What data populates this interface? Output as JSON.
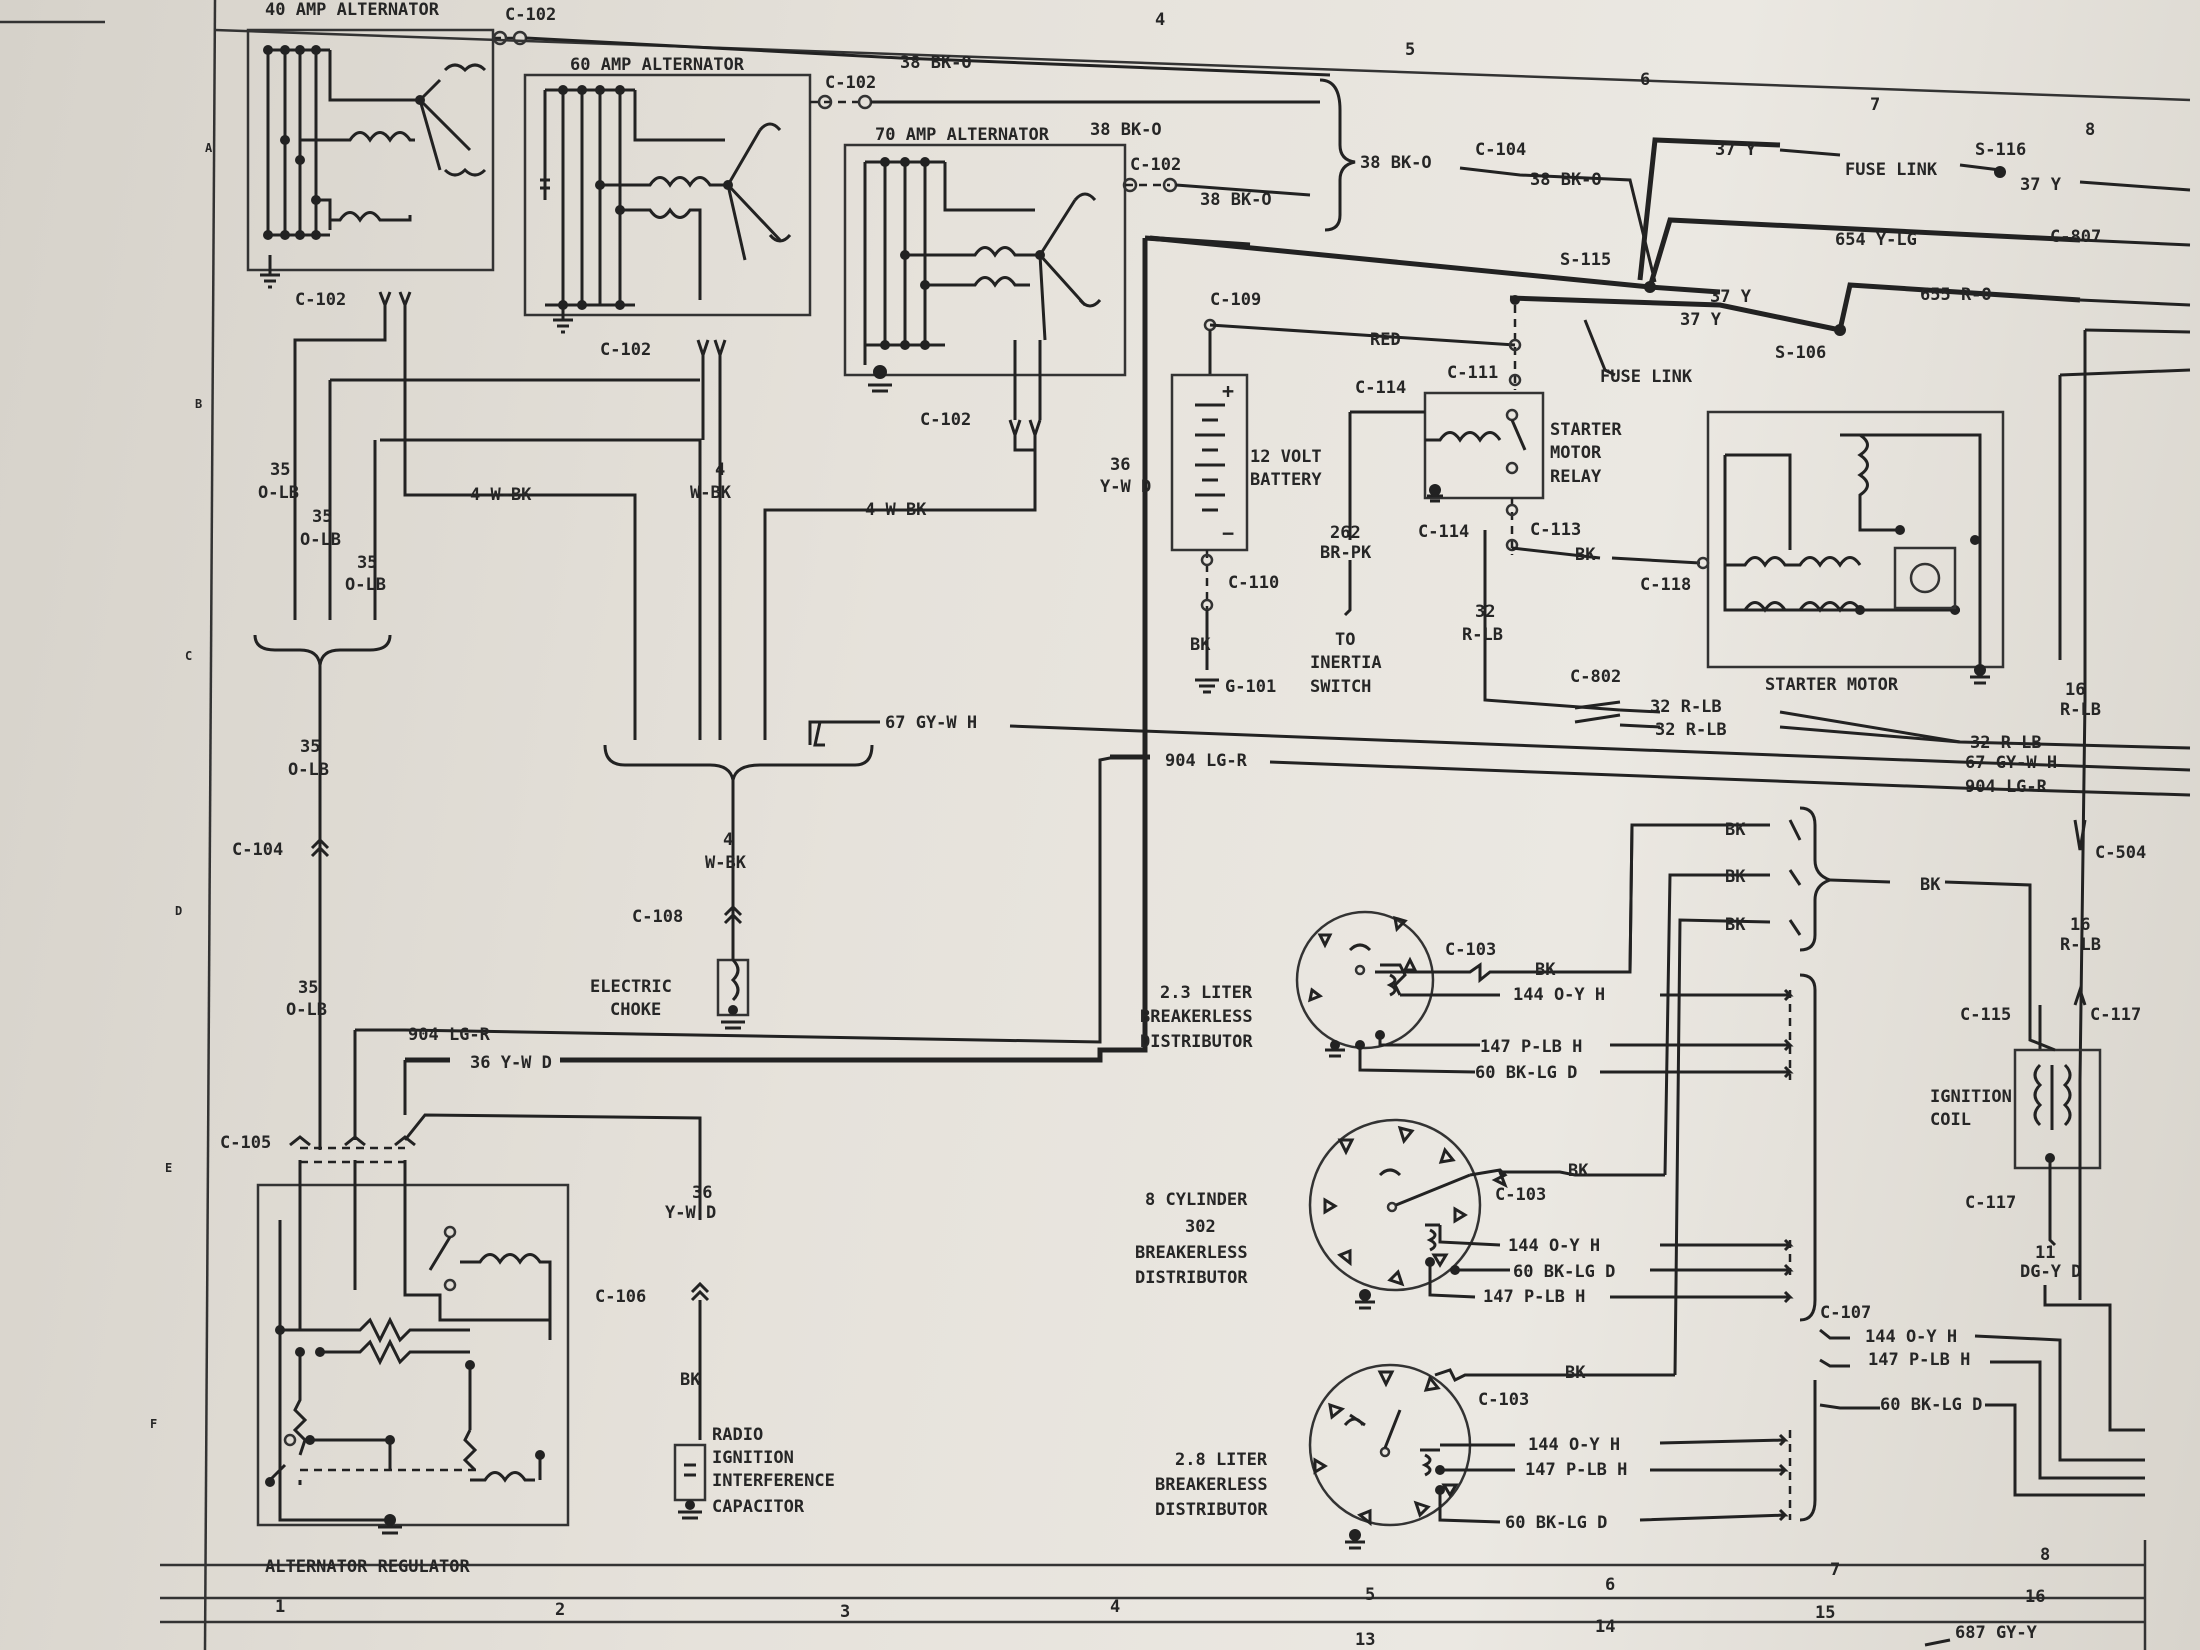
{
  "alternators": {
    "a40": "40 AMP ALTERNATOR",
    "a60": "60 AMP ALTERNATOR",
    "a70": "70 AMP ALTERNATOR"
  },
  "connectors": {
    "c102": "C-102",
    "c104": "C-104",
    "c105": "C-105",
    "c106": "C-106",
    "c107": "C-107",
    "c108": "C-108",
    "c109": "C-109",
    "c110": "C-110",
    "c111": "C-111",
    "c113": "C-113",
    "c114": "C-114",
    "c115": "C-115",
    "c117": "C-117",
    "c118": "C-118",
    "c103": "C-103",
    "c504": "C-504",
    "c802": "C-802",
    "c807": "C-807",
    "g101": "G-101",
    "s106": "S-106",
    "s115": "S-115",
    "s116": "S-116"
  },
  "wires": {
    "w38": "38 BK-O",
    "w37": "37 Y",
    "w654": "654 Y-LG",
    "w655": "655 R-O",
    "red": "RED",
    "bk": "BK",
    "w35": "35",
    "olb": "O-LB",
    "w4": "4",
    "wbk": "W-BK",
    "w4wbk": "4 W-BK",
    "w36": "36",
    "ywd": "Y-W D",
    "w36ywd": "36 Y-W D",
    "w67": "67 GY-W H",
    "w904": "904 LG-R",
    "w262": "262",
    "brpk": "BR-PK",
    "w32": "32",
    "rlb": "R-LB",
    "w32rlb": "32 R-LB",
    "w16": "16",
    "rlb2": "R-LB",
    "w144": "144 O-Y H",
    "w147": "147 P-LB H",
    "w60": "60 BK-LG D",
    "w11": "11",
    "dgyd": "DG-Y D",
    "w687": "687 GY-Y"
  },
  "components": {
    "fuse_link": "FUSE LINK",
    "battery_l1": "12 VOLT",
    "battery_l2": "BATTERY",
    "relay_l1": "STARTER",
    "relay_l2": "MOTOR",
    "relay_l3": "RELAY",
    "starter_motor": "STARTER MOTOR",
    "to": "TO",
    "inertia": "INERTIA",
    "switch": "SWITCH",
    "choke_l1": "ELECTRIC",
    "choke_l2": "CHOKE",
    "dist23_l1": "2.3 LITER",
    "dist23_l2": "BREAKERLESS",
    "dist23_l3": "DISTRIBUTOR",
    "dist8_l1": "8 CYLINDER",
    "dist8_l2": "302",
    "dist8_l3": "BREAKERLESS",
    "dist8_l4": "DISTRIBUTOR",
    "dist28_l1": "2.8 LITER",
    "dist28_l2": "BREAKERLESS",
    "dist28_l3": "DISTRIBUTOR",
    "coil_l1": "IGNITION",
    "coil_l2": "COIL",
    "radio_l1": "RADIO",
    "radio_l2": "IGNITION",
    "radio_l3": "INTERFERENCE",
    "radio_l4": "CAPACITOR",
    "regulator": "ALTERNATOR REGULATOR"
  },
  "grid": {
    "top": [
      "4",
      "5",
      "6",
      "7",
      "8"
    ],
    "bottom": [
      "1",
      "2",
      "3",
      "4",
      "5",
      "6",
      "7",
      "8"
    ],
    "bottom_row2": [
      "13",
      "14",
      "15",
      "16"
    ],
    "left": [
      "A",
      "B",
      "C",
      "D",
      "E",
      "F"
    ]
  }
}
